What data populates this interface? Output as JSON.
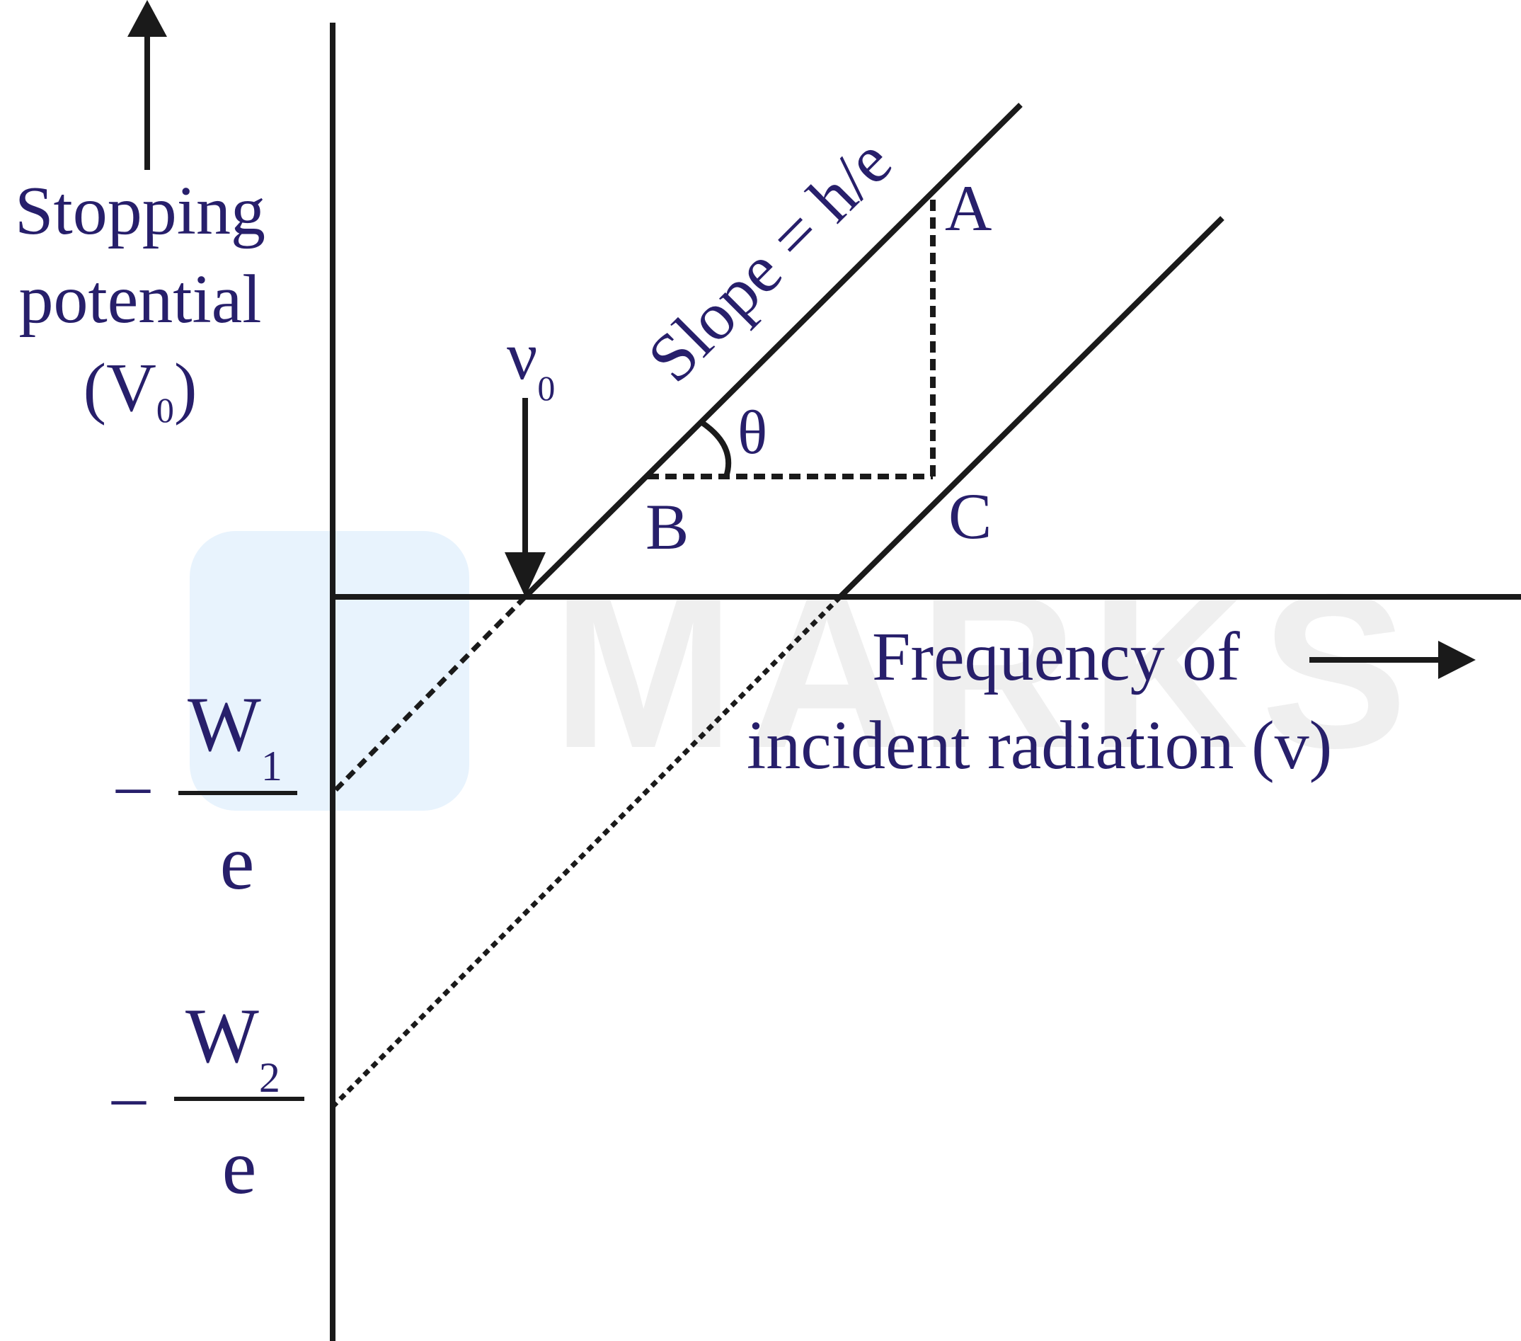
{
  "watermark": {
    "text": "MARKS"
  },
  "y_axis": {
    "label_lines": [
      "Stopping",
      "potential",
      "(V",
      "0",
      ")"
    ]
  },
  "x_axis": {
    "label_lines": [
      "Frequency of",
      "incident radiation (v)"
    ]
  },
  "slope_label": "Slope = h/e",
  "angle_label": "θ",
  "points": {
    "a": "A",
    "b": "B",
    "c": "C"
  },
  "threshold": {
    "symbol": "ν",
    "subscript": "0"
  },
  "intercepts": [
    {
      "minus": "–",
      "numerator": "W",
      "subscript": "1",
      "denominator": "e"
    },
    {
      "minus": "–",
      "numerator": "W",
      "subscript": "2",
      "denominator": "e"
    }
  ],
  "colors": {
    "label": "#271f6b",
    "line": "#1a1a1a",
    "watermark_text": "#efefef",
    "watermark_logo": "#e8f3fd"
  }
}
